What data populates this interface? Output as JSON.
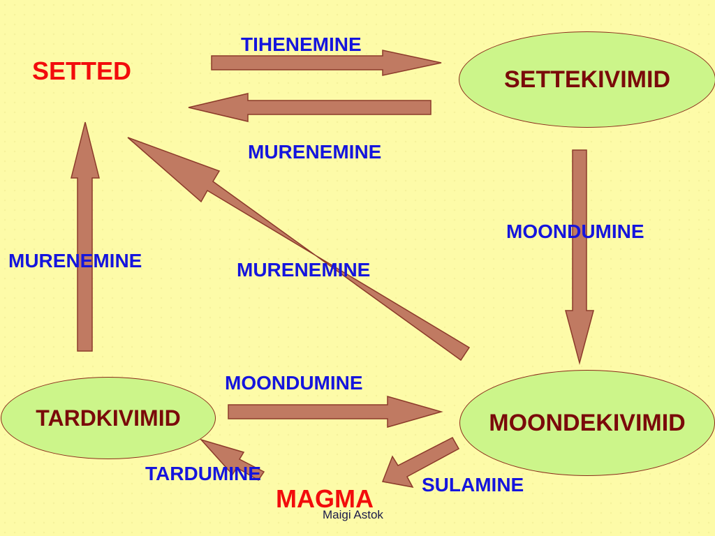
{
  "nodes": {
    "settekivimid": "SETTEKIVIMID",
    "tardkivimid": "TARDKIVIMID",
    "moondekivimid": "MOONDEKIVIMID"
  },
  "terms": {
    "setted": "SETTED",
    "magma": "MAGMA"
  },
  "labels": {
    "tihenemine": "TIHENEMINE",
    "murenemine_top": "MURENEMINE",
    "moondumine_right": "MOONDUMINE",
    "murenemine_left": "MURENEMINE",
    "murenemine_diagonal": "MURENEMINE",
    "moondumine_bottom": "MOONDUMINE",
    "tardumine": "TARDUMINE",
    "sulamine": "SULAMINE"
  },
  "credit": "Maigi Astok",
  "colors": {
    "background": "#fdfba8",
    "node_fill": "#ccf58a",
    "node_text": "#7a0a0a",
    "arrow_fill": "#c07a62",
    "arrow_stroke": "#8b3a2a",
    "process_label": "#1515dd",
    "term_label": "#f20c0c"
  }
}
